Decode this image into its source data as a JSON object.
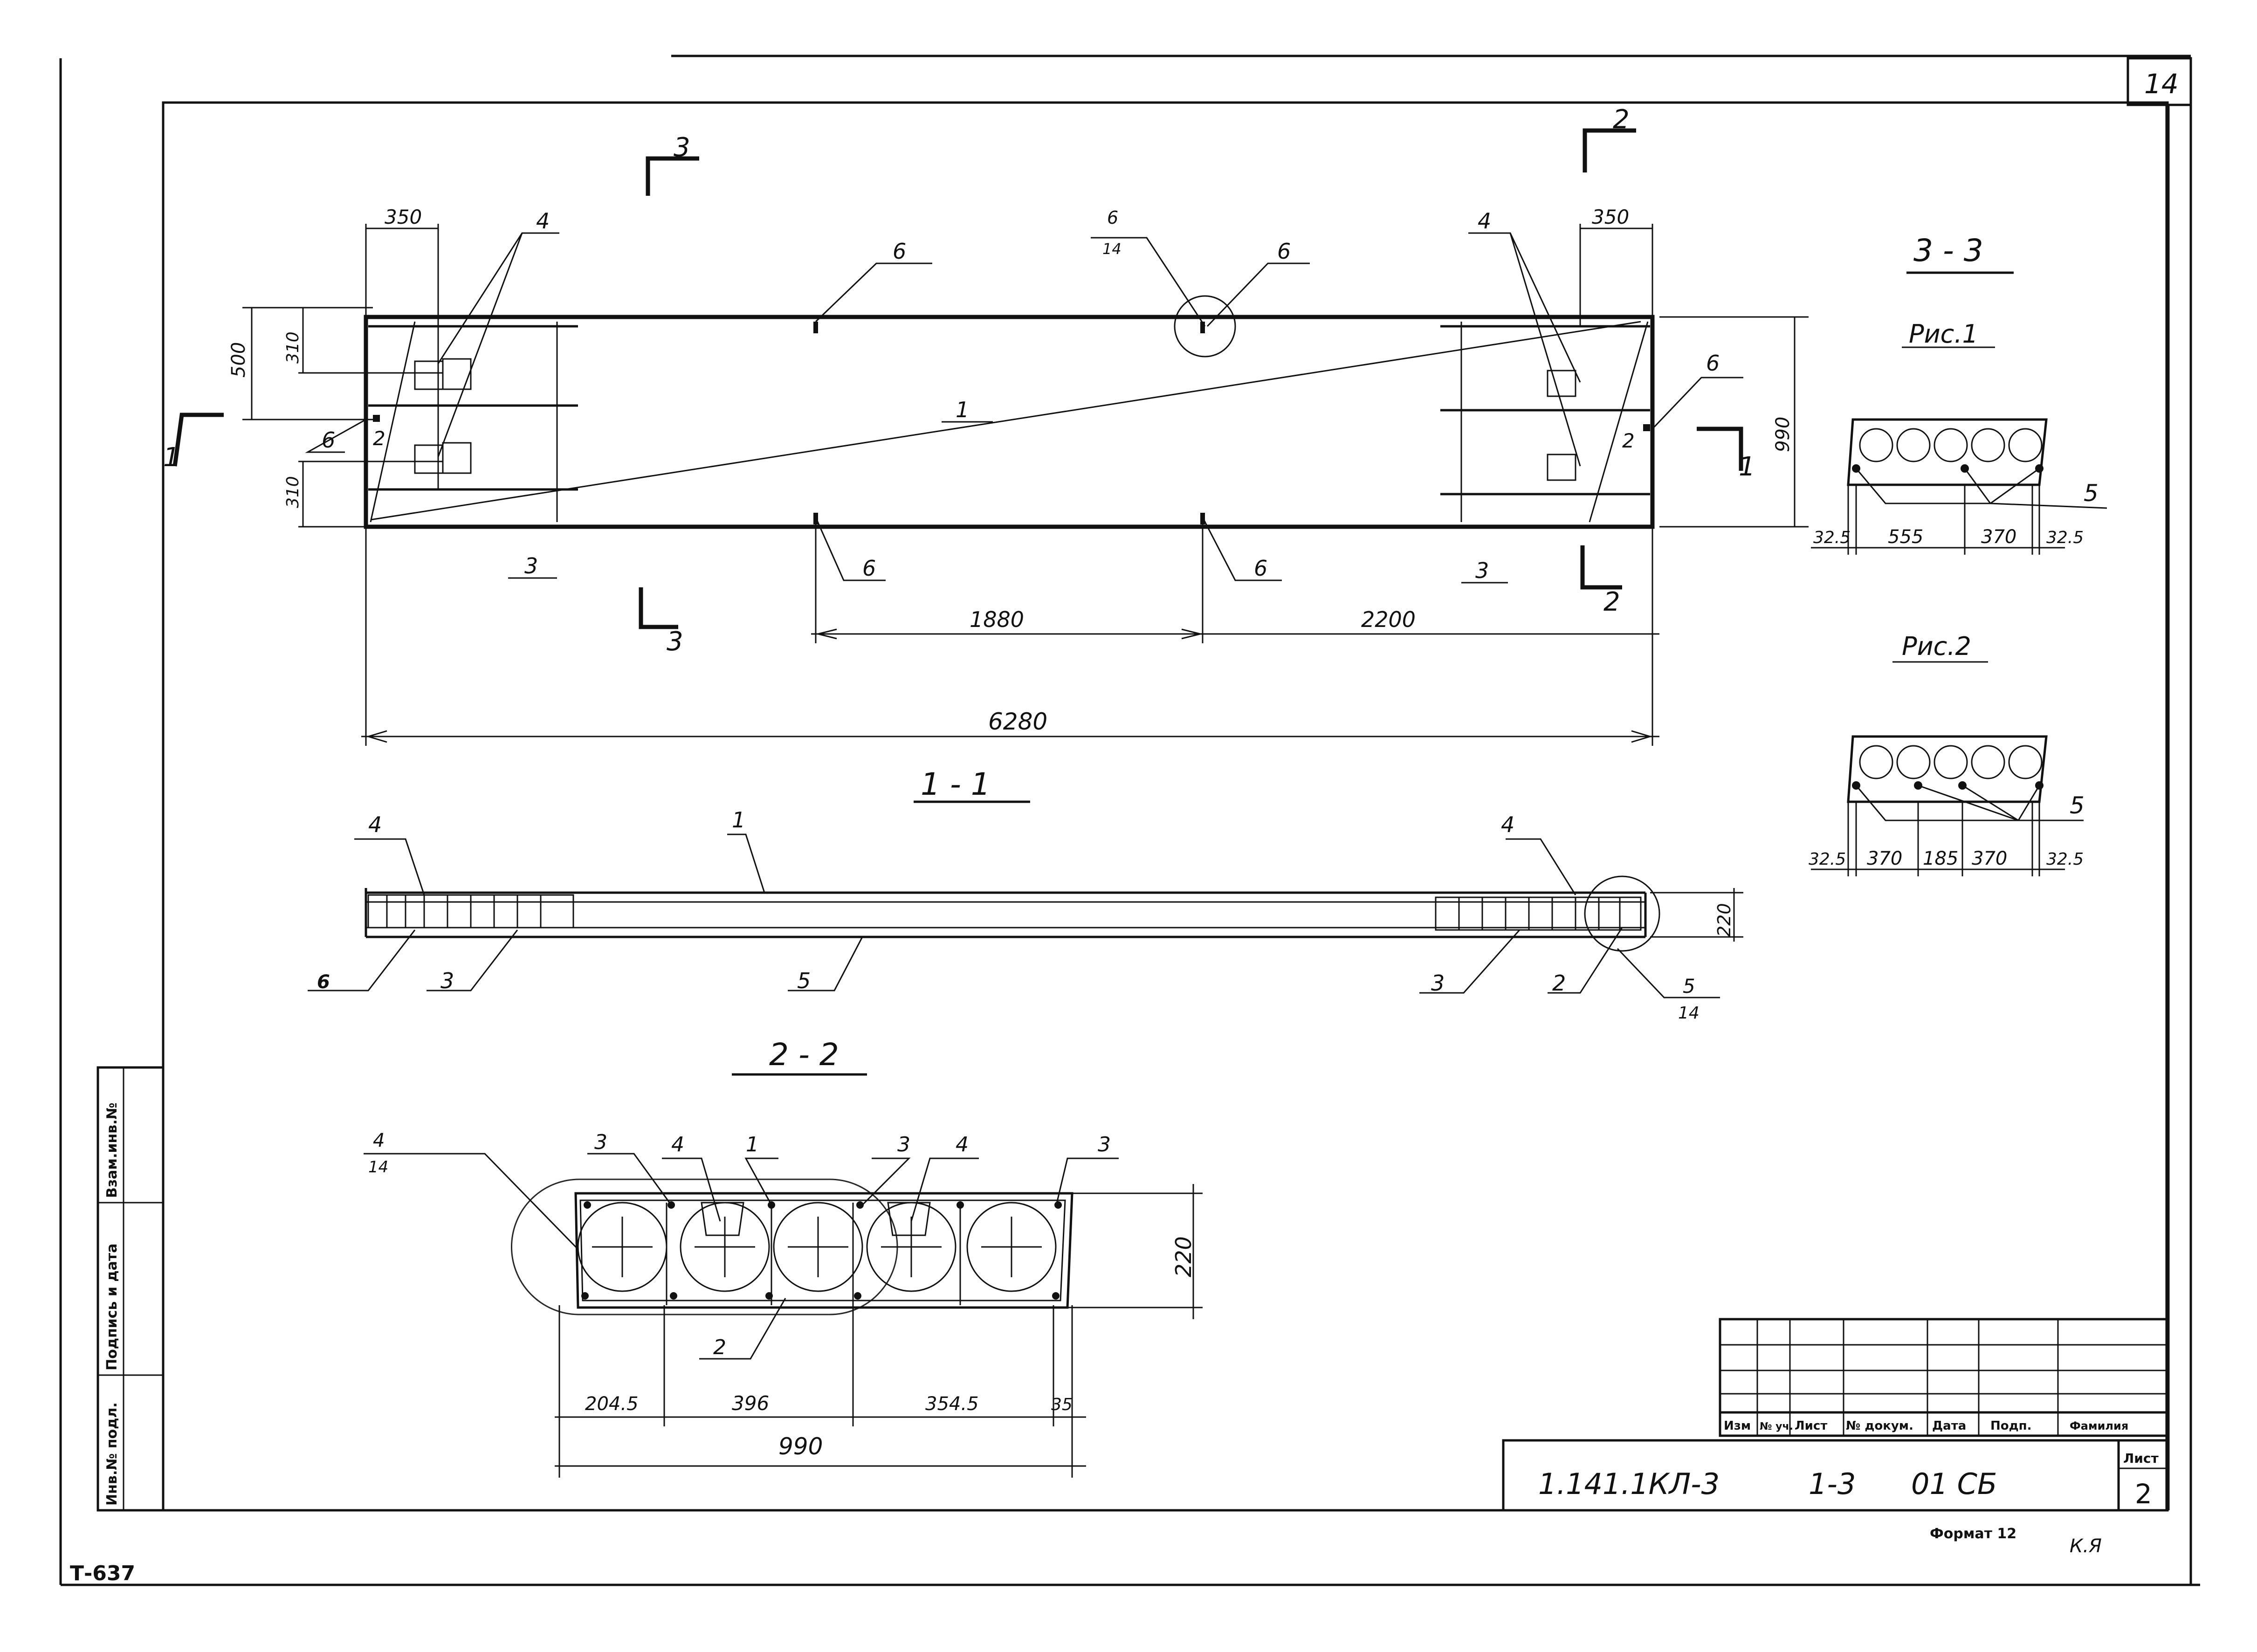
{
  "sheet": {
    "page_number": "14",
    "series_code": "Т-637",
    "format": "Формат 12",
    "corner_mark": "К.Я",
    "designation": {
      "code": "1.141.1КЛ-3",
      "issue": "1-3",
      "doc": "01 СБ"
    },
    "sheet_label": "Лист",
    "sheet_number": "2",
    "title_columns": [
      "Изм",
      "№ уч.",
      "Лист",
      "№ докум.",
      "Дата",
      "Подп.",
      "Фамилия"
    ],
    "side_stamp": [
      "Инв.№ подл.",
      "Подпись и дата",
      "Взам.инв.№"
    ]
  },
  "plan": {
    "cut_marks": {
      "top_left": "3",
      "top_right": "2",
      "bottom_left": "3",
      "bottom_right": "2",
      "left": "1",
      "right": "1"
    },
    "dims": {
      "left_width": "350",
      "right_width": "350",
      "left_height_500": "500",
      "left_310_top": "310",
      "left_310_bottom": "310",
      "right_height": "990",
      "seg_1880": "1880",
      "seg_2200": "2200",
      "total": "6280"
    },
    "callouts": {
      "c4_left": "4",
      "c4_right": "4",
      "c6_top_left": "6",
      "c6_top_mid_num": "6",
      "c6_top_mid_den": "14",
      "c6_top_right": "6",
      "c6_right": "6",
      "c6_left": "6",
      "c6_bottom_left": "6",
      "c6_bottom_mid": "6",
      "c1": "1",
      "c2_left": "2",
      "c2_right": "2",
      "c3_left": "3",
      "c3_right": "3"
    }
  },
  "section_1_1": {
    "title": "1 - 1",
    "height": "220",
    "callouts": {
      "c4_left": "4",
      "c1": "1",
      "c4_right": "4",
      "c6": "6",
      "c3_left": "3",
      "c5": "5",
      "c3_right": "3",
      "c2": "2",
      "c5_num": "5",
      "c5_den": "14"
    }
  },
  "section_2_2": {
    "title": "2 - 2",
    "height": "220",
    "detail_num": "4",
    "detail_den": "14",
    "callouts": {
      "c3a": "3",
      "c4a": "4",
      "c1": "1",
      "c3b": "3",
      "c4b": "4",
      "c3c": "3",
      "c2": "2"
    },
    "dims": {
      "d1": "204.5",
      "d2": "396",
      "d3": "354.5",
      "d4": "35",
      "total": "990"
    }
  },
  "section_3_3": {
    "title": "3 - 3",
    "fig1": {
      "title": "Рис.1",
      "callout": "5",
      "dims": [
        "32.5",
        "555",
        "370",
        "32.5"
      ]
    },
    "fig2": {
      "title": "Рис.2",
      "callout": "5",
      "dims": [
        "32.5",
        "370",
        "185",
        "370",
        "32.5"
      ]
    }
  }
}
